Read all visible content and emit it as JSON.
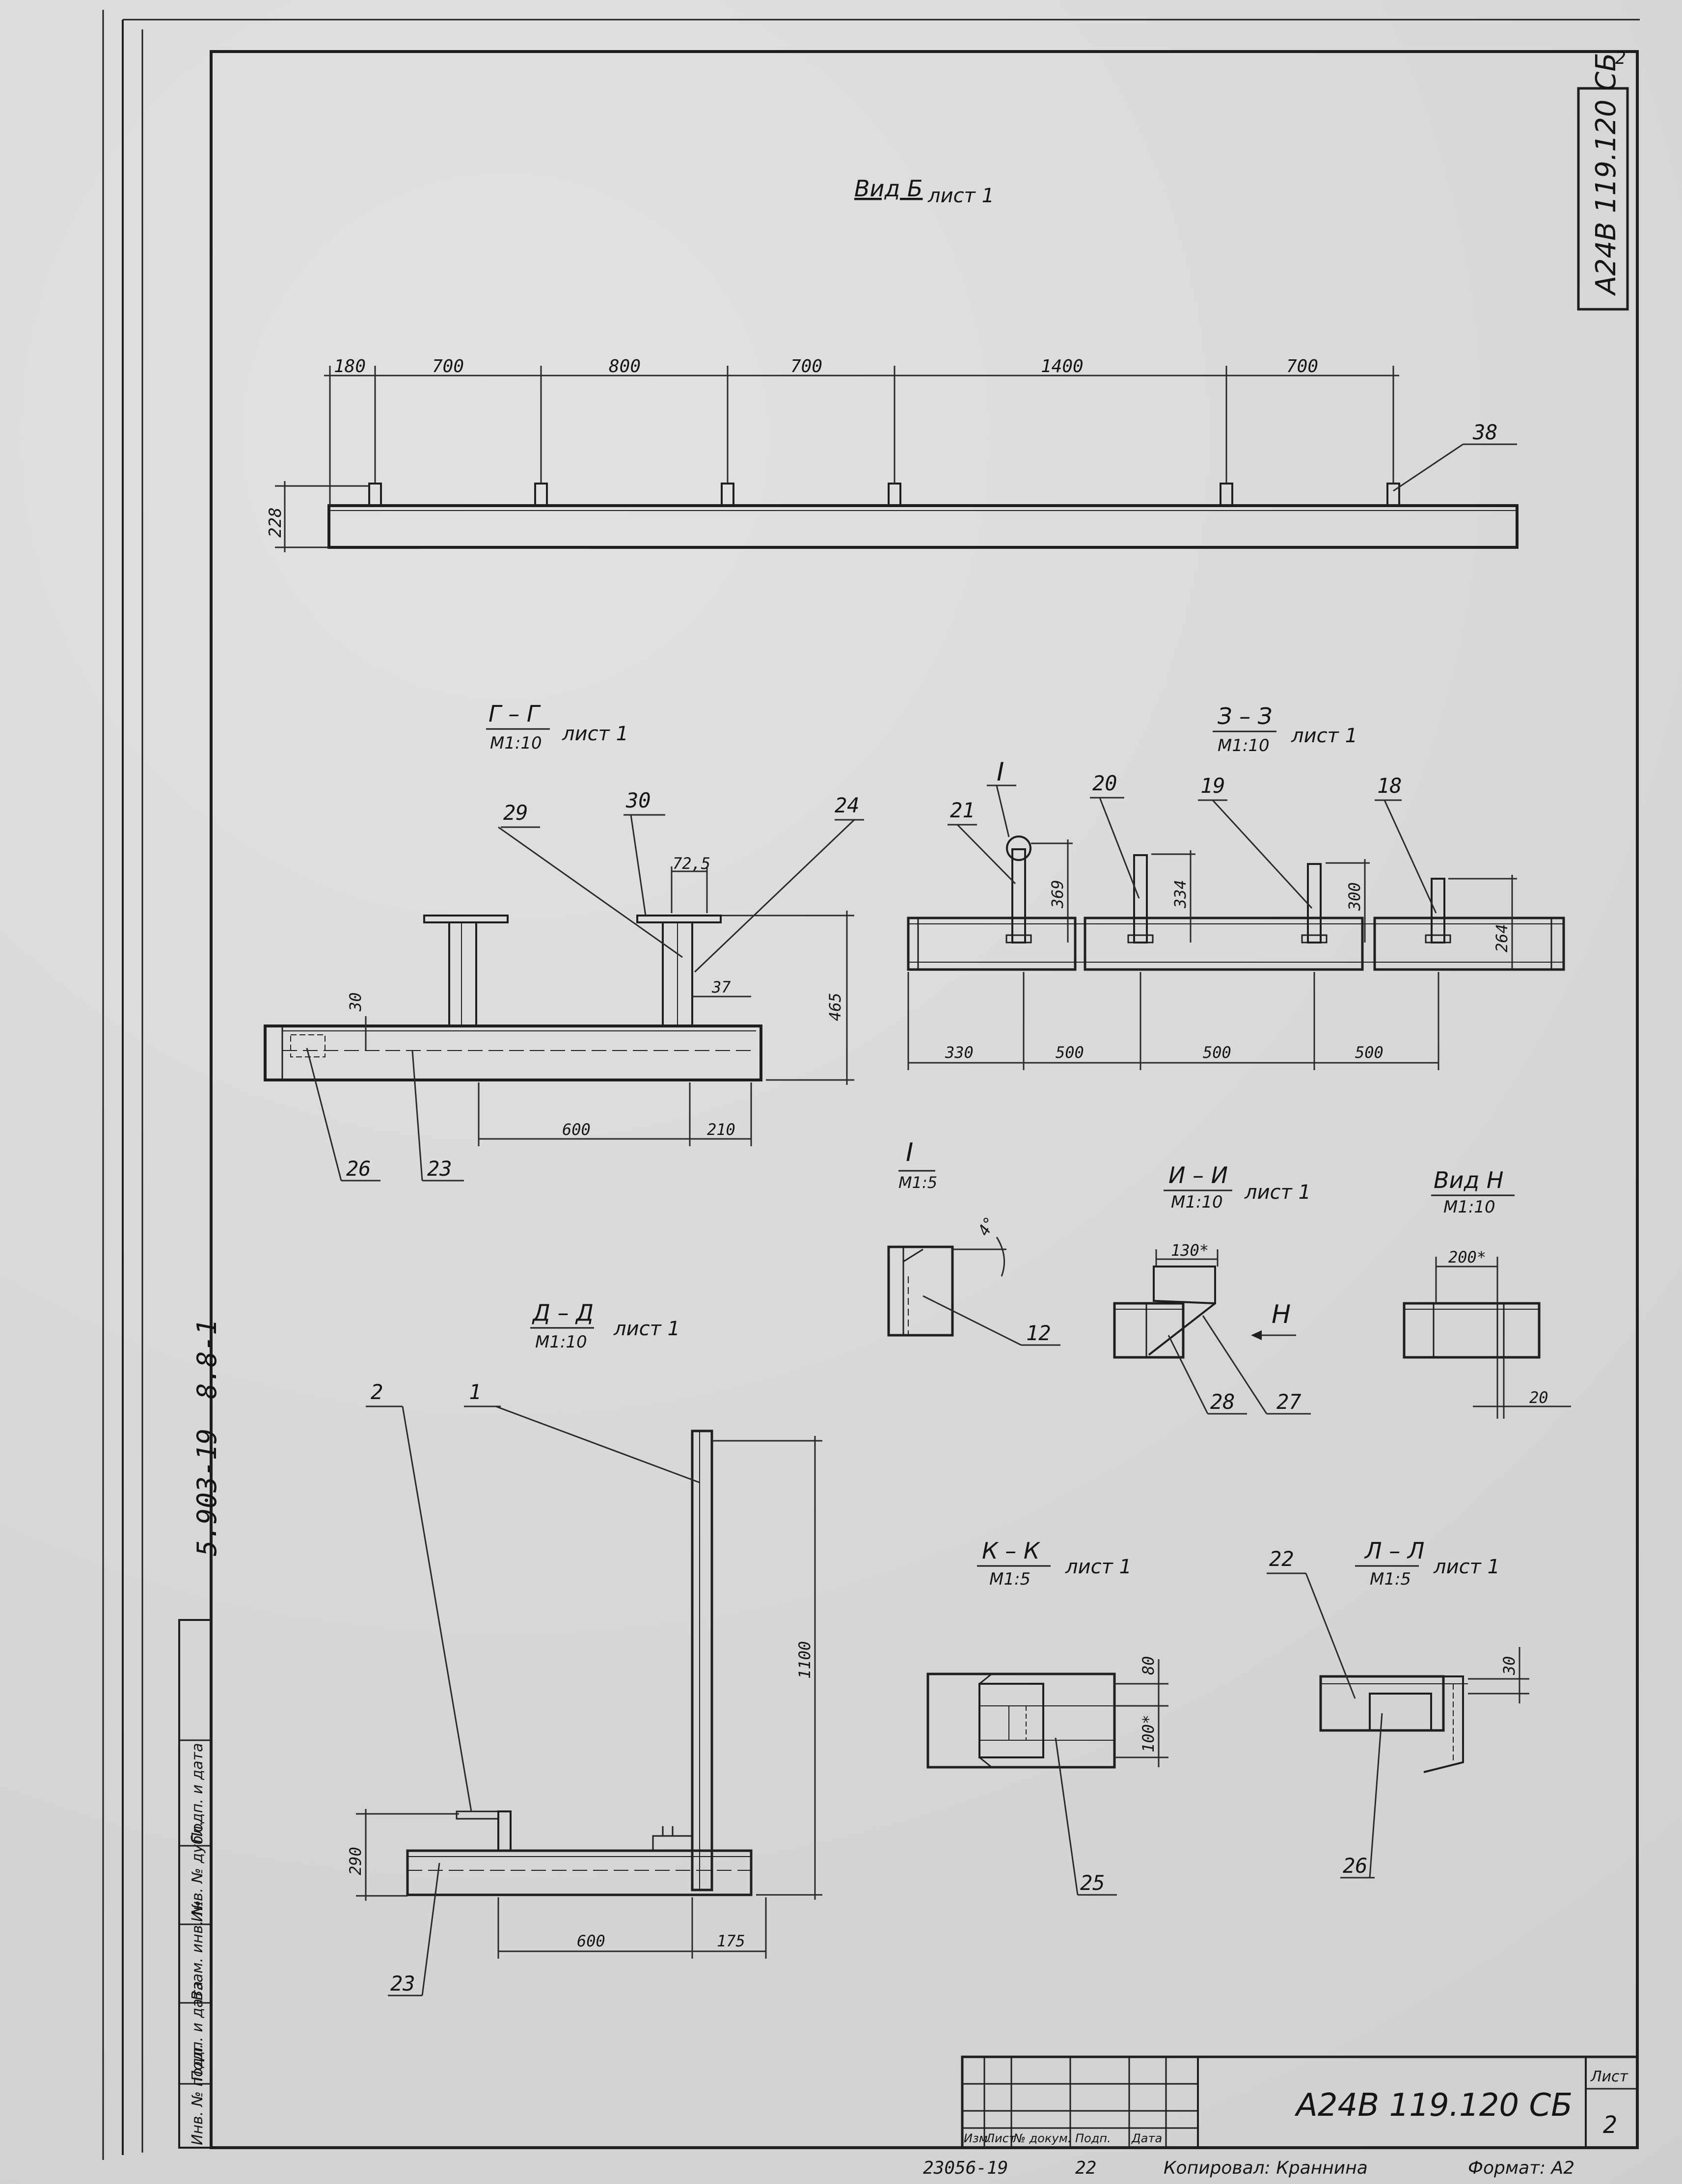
{
  "doc_code": "А24В 119.120 СБ",
  "sheet_label": "Лист",
  "sheet_number": "2",
  "series_code": "5.903-19",
  "series_version": "8.8-1",
  "footer": {
    "archive_no": "23056-19",
    "footer_num": "22",
    "copied_by": "Копировал: Краннина",
    "format": "Формат: А2"
  },
  "stamp_cols": [
    "Изм.",
    "Лист",
    "№ докум.",
    "Подп.",
    "Дата"
  ],
  "side_strip": [
    "Инв. № подл.",
    "Подп. и дата",
    "Взам. инв. №",
    "Инв. № дубл.",
    "Подп. и дата"
  ],
  "view_b": {
    "title": "Вид Б",
    "ref": "лист 1",
    "dims": [
      "180",
      "700",
      "800",
      "700",
      "1400",
      "700"
    ],
    "height": "228",
    "callout": "38"
  },
  "sec_g": {
    "title": "Г – Г",
    "scale": "М1:10",
    "ref": "лист 1",
    "dims": {
      "d725": "72,5",
      "d37": "37",
      "d465": "465",
      "d30": "30",
      "d600": "600",
      "d210": "210"
    },
    "callouts": {
      "c29": "29",
      "c30": "30",
      "c24": "24",
      "c26": "26",
      "c23": "23"
    }
  },
  "sec_z": {
    "title": "З – З",
    "scale": "М1:10",
    "ref": "лист 1",
    "dims": {
      "d369": "369",
      "d334": "334",
      "d300": "300",
      "d264": "264",
      "d330": "330",
      "d500a": "500",
      "d500b": "500",
      "d500c": "500"
    },
    "callouts": {
      "c21": "21",
      "c20": "20",
      "c19": "19",
      "c18": "18",
      "cI": "I"
    }
  },
  "detail_i": {
    "title": "I",
    "scale": "М1:5",
    "angle": "4°",
    "callout": "12"
  },
  "sec_ii": {
    "title": "И – И",
    "scale": "М1:10",
    "ref": "лист 1",
    "dim": "130*",
    "arrow": "Н",
    "callouts": {
      "c28": "28",
      "c27": "27"
    }
  },
  "view_n": {
    "title": "Вид Н",
    "scale": "М1:10",
    "dim200": "200*",
    "dim20": "20"
  },
  "sec_d": {
    "title": "Д – Д",
    "scale": "М1:10",
    "ref": "лист 1",
    "dims": {
      "d1100": "1100",
      "d290": "290",
      "d600": "600",
      "d175": "175"
    },
    "callouts": {
      "c2": "2",
      "c1": "1",
      "c23": "23"
    }
  },
  "sec_k": {
    "title": "К – К",
    "scale": "М1:5",
    "ref": "лист 1",
    "dim80": "80",
    "dim100": "100*",
    "callout": "25"
  },
  "sec_l": {
    "title": "Л – Л",
    "scale": "М1:5",
    "ref": "лист 1",
    "dim30": "30",
    "callouts": {
      "c22": "22",
      "c26": "26"
    }
  }
}
